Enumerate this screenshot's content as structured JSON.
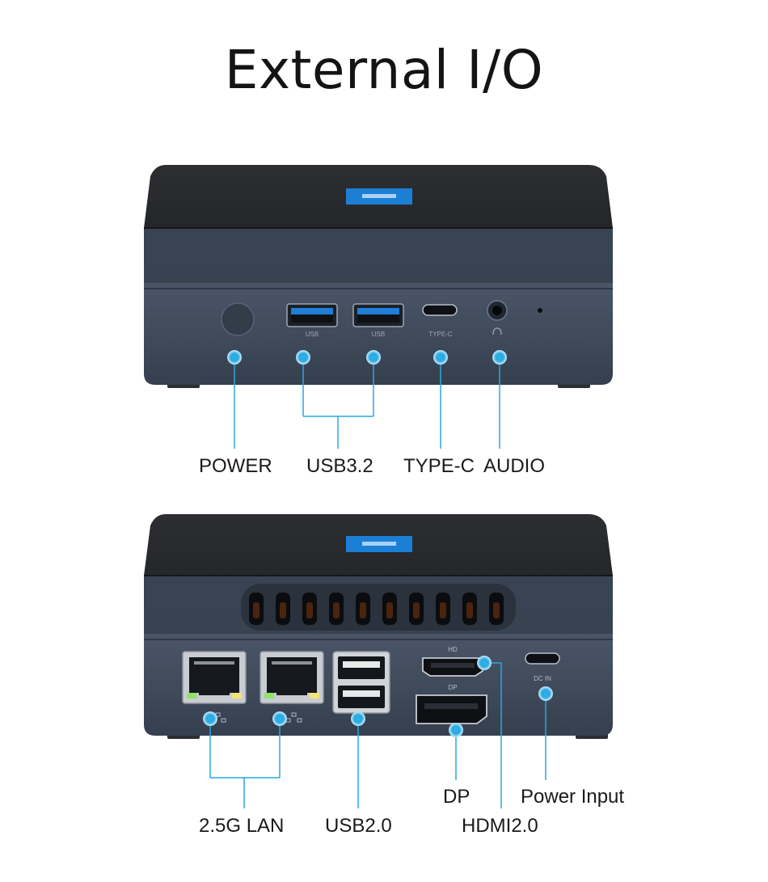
{
  "title": "External I/O",
  "front_panel": {
    "port_text": {
      "usb_a": "USB",
      "usb_b": "USB",
      "typec": "TYPE-C"
    },
    "labels": {
      "power": "POWER",
      "usb32": "USB3.2",
      "typec": "TYPE-C",
      "audio": "AUDIO"
    }
  },
  "rear_panel": {
    "port_text": {
      "hd": "HD",
      "dp": "DP",
      "dcin": "DC IN"
    },
    "labels": {
      "lan": "2.5G LAN",
      "usb20": "USB2.0",
      "dp": "DP",
      "hdmi": "HDMI2.0",
      "power_input": "Power Input"
    }
  },
  "colors": {
    "accent": "#29a8e0",
    "case_top": "#26282b",
    "case_body": "#3e4a5b",
    "label_badge": "#1c7fd6"
  }
}
